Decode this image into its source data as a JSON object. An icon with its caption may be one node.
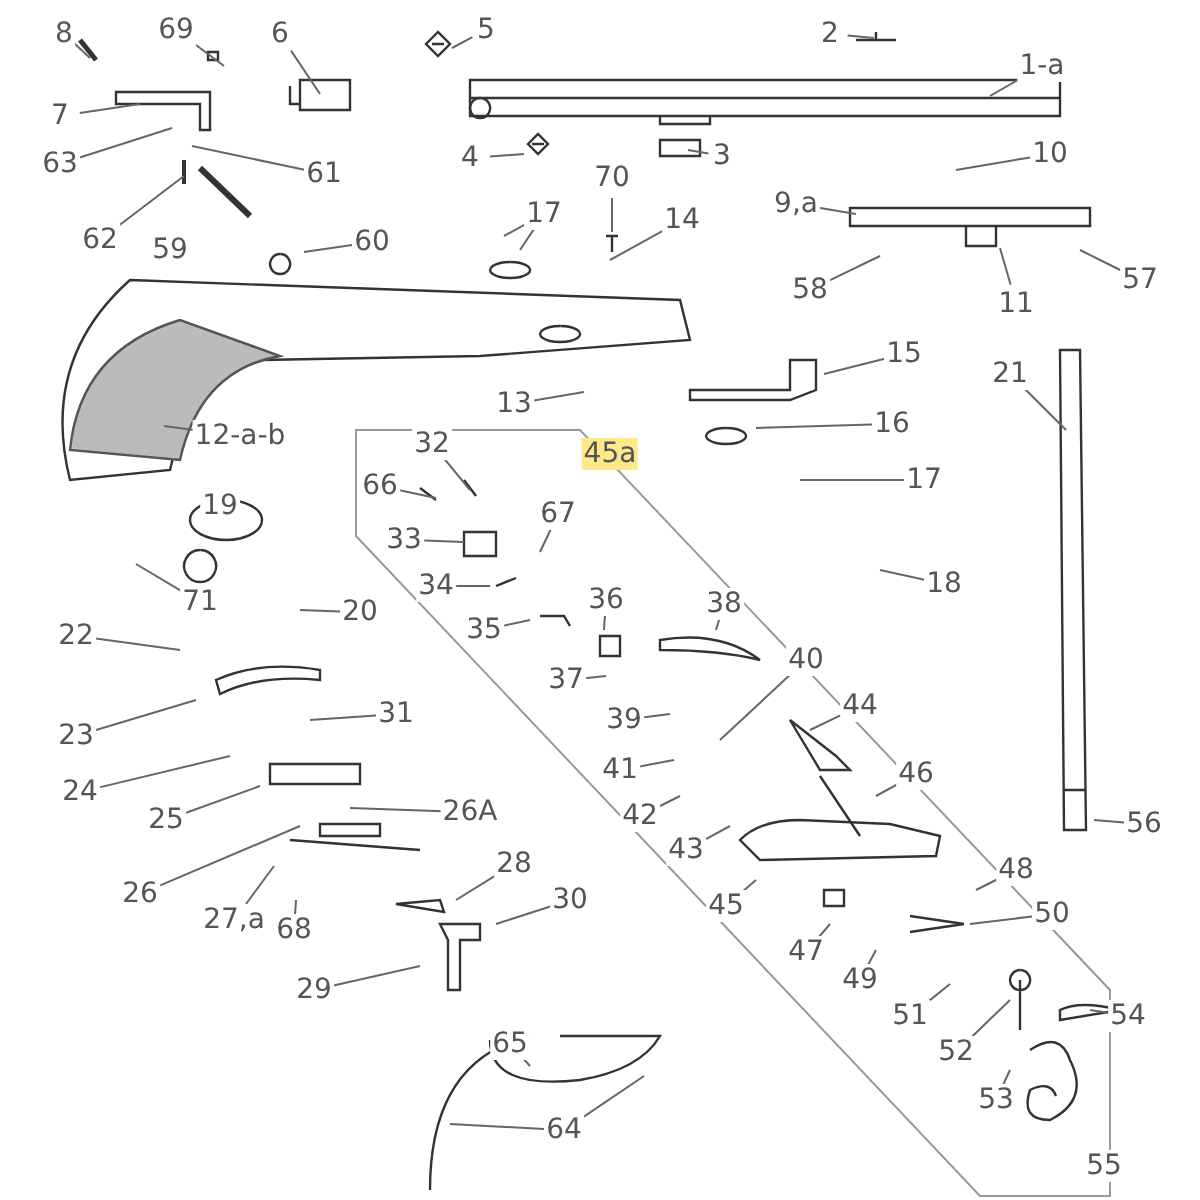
{
  "diagram": {
    "nodes": [
      {
        "text": [
          "8"
        ]
      },
      {
        "text": [
          "69"
        ]
      },
      {
        "text": [
          "6"
        ]
      },
      {
        "text": [
          "5"
        ]
      },
      {
        "text": [
          "2"
        ]
      },
      {
        "text": [
          "1-a"
        ]
      },
      {
        "text": [
          "7"
        ]
      },
      {
        "text": [
          "63"
        ]
      },
      {
        "text": [
          "61"
        ]
      },
      {
        "text": [
          "4"
        ]
      },
      {
        "text": [
          "3"
        ]
      },
      {
        "text": [
          "10"
        ]
      },
      {
        "text": [
          "9,a"
        ]
      },
      {
        "text": [
          "70"
        ]
      },
      {
        "text": [
          "17"
        ]
      },
      {
        "text": [
          "14"
        ]
      },
      {
        "text": [
          "62"
        ]
      },
      {
        "text": [
          "60"
        ]
      },
      {
        "text": [
          "58"
        ]
      },
      {
        "text": [
          "11"
        ]
      },
      {
        "text": [
          "57"
        ]
      },
      {
        "text": [
          "13"
        ]
      },
      {
        "text": [
          "15"
        ]
      },
      {
        "text": [
          "21"
        ]
      },
      {
        "text": [
          "12-a-b"
        ]
      },
      {
        "text": [
          "16"
        ]
      },
      {
        "text": [
          "17"
        ]
      },
      {
        "text": [
          "32"
        ]
      },
      {
        "text": [
          "66"
        ]
      },
      {
        "text": [
          "67"
        ]
      },
      {
        "text": [
          "33"
        ]
      },
      {
        "text": [
          "71"
        ]
      },
      {
        "text": [
          "20"
        ]
      },
      {
        "text": [
          "18"
        ]
      },
      {
        "text": [
          "34"
        ]
      },
      {
        "text": [
          "36"
        ]
      },
      {
        "text": [
          "38"
        ]
      },
      {
        "text": [
          "22"
        ]
      },
      {
        "text": [
          "35"
        ]
      },
      {
        "text": [
          "37"
        ]
      },
      {
        "text": [
          "40"
        ]
      },
      {
        "text": [
          "23"
        ]
      },
      {
        "text": [
          "31"
        ]
      },
      {
        "text": [
          "44"
        ]
      },
      {
        "text": [
          "39"
        ]
      },
      {
        "text": [
          "24"
        ]
      },
      {
        "text": [
          "41"
        ]
      },
      {
        "text": [
          "46"
        ]
      },
      {
        "text": [
          "56"
        ]
      },
      {
        "text": [
          "25"
        ]
      },
      {
        "text": [
          "26A"
        ]
      },
      {
        "text": [
          "42"
        ]
      },
      {
        "text": [
          "43"
        ]
      },
      {
        "text": [
          "26"
        ]
      },
      {
        "text": [
          "27,a"
        ]
      },
      {
        "text": [
          "68"
        ]
      },
      {
        "text": [
          "45"
        ]
      },
      {
        "text": [
          "48"
        ]
      },
      {
        "text": [
          "28"
        ]
      },
      {
        "text": [
          "50"
        ]
      },
      {
        "text": [
          "47"
        ]
      },
      {
        "text": [
          "30"
        ]
      },
      {
        "text": [
          "49"
        ]
      },
      {
        "text": [
          "29"
        ]
      },
      {
        "text": [
          "51"
        ]
      },
      {
        "text": [
          "54"
        ]
      },
      {
        "text": [
          "52"
        ]
      },
      {
        "text": [
          "65"
        ]
      },
      {
        "text": [
          "53"
        ]
      },
      {
        "text": [
          "64"
        ]
      },
      {
        "text": [
          "59"
        ]
      },
      {
        "text": [
          "19"
        ]
      },
      {
        "text": [
          "55"
        ]
      }
    ],
    "edges": [
      {
        "from": 0,
        "to": null,
        "arrow": "none"
      },
      {
        "from": 1,
        "to": null,
        "arrow": "none"
      },
      {
        "from": 2,
        "to": null,
        "arrow": "none"
      },
      {
        "from": 3,
        "to": null,
        "arrow": "none"
      },
      {
        "from": 4,
        "to": null,
        "arrow": "none"
      },
      {
        "from": 5,
        "to": null,
        "arrow": "none"
      },
      {
        "from": 6,
        "to": null,
        "arrow": "none"
      },
      {
        "from": 7,
        "to": null,
        "arrow": "none"
      },
      {
        "from": 8,
        "to": null,
        "arrow": "none"
      },
      {
        "from": 9,
        "to": null,
        "arrow": "none"
      },
      {
        "from": 10,
        "to": null,
        "arrow": "none"
      },
      {
        "from": 11,
        "to": null,
        "arrow": "none"
      },
      {
        "from": 12,
        "to": null,
        "arrow": "none"
      },
      {
        "from": 13,
        "to": null,
        "arrow": "none"
      },
      {
        "from": 14,
        "to": null,
        "arrow": "none"
      },
      {
        "from": 14,
        "to": null,
        "arrow": "none"
      },
      {
        "from": 15,
        "to": null,
        "arrow": "none"
      },
      {
        "from": 16,
        "to": null,
        "arrow": "none"
      },
      {
        "from": 17,
        "to": null,
        "arrow": "none"
      },
      {
        "from": 18,
        "to": null,
        "arrow": "none"
      },
      {
        "from": 19,
        "to": null,
        "arrow": "none"
      },
      {
        "from": 20,
        "to": null,
        "arrow": "none"
      },
      {
        "from": 21,
        "to": null,
        "arrow": "none"
      },
      {
        "from": 22,
        "to": null,
        "arrow": "none"
      },
      {
        "from": 23,
        "to": null,
        "arrow": "none"
      },
      {
        "from": 24,
        "to": null,
        "arrow": "none"
      },
      {
        "from": 25,
        "to": null,
        "arrow": "none"
      },
      {
        "from": 26,
        "to": null,
        "arrow": "none"
      },
      {
        "from": 27,
        "to": null,
        "arrow": "none"
      },
      {
        "from": 28,
        "to": null,
        "arrow": "none"
      },
      {
        "from": 29,
        "to": null,
        "arrow": "none"
      },
      {
        "from": 30,
        "to": null,
        "arrow": "none"
      },
      {
        "from": 31,
        "to": null,
        "arrow": "none"
      },
      {
        "from": 32,
        "to": null,
        "arrow": "none"
      },
      {
        "from": 33,
        "to": null,
        "arrow": "none"
      },
      {
        "from": 34,
        "to": null,
        "arrow": "none"
      },
      {
        "from": 35,
        "to": null,
        "arrow": "none"
      },
      {
        "from": 36,
        "to": null,
        "arrow": "none"
      },
      {
        "from": 37,
        "to": null,
        "arrow": "none"
      },
      {
        "from": 38,
        "to": null,
        "arrow": "none"
      },
      {
        "from": 39,
        "to": null,
        "arrow": "none"
      },
      {
        "from": 40,
        "to": null,
        "arrow": "none"
      },
      {
        "from": 41,
        "to": null,
        "arrow": "none"
      },
      {
        "from": 42,
        "to": null,
        "arrow": "none"
      },
      {
        "from": 43,
        "to": null,
        "arrow": "none"
      },
      {
        "from": 44,
        "to": null,
        "arrow": "none"
      },
      {
        "from": 45,
        "to": null,
        "arrow": "none"
      },
      {
        "from": 46,
        "to": null,
        "arrow": "none"
      },
      {
        "from": 47,
        "to": null,
        "arrow": "none"
      },
      {
        "from": 48,
        "to": null,
        "arrow": "none"
      },
      {
        "from": 49,
        "to": null,
        "arrow": "none"
      },
      {
        "from": 50,
        "to": null,
        "arrow": "none"
      },
      {
        "from": 51,
        "to": null,
        "arrow": "none"
      },
      {
        "from": 52,
        "to": null,
        "arrow": "none"
      },
      {
        "from": 53,
        "to": null,
        "arrow": "none"
      },
      {
        "from": 54,
        "to": null,
        "arrow": "none"
      },
      {
        "from": 55,
        "to": null,
        "arrow": "none"
      },
      {
        "from": 56,
        "to": null,
        "arrow": "none"
      },
      {
        "from": 57,
        "to": null,
        "arrow": "none"
      },
      {
        "from": 58,
        "to": null,
        "arrow": "none"
      },
      {
        "from": 59,
        "to": null,
        "arrow": "none"
      },
      {
        "from": 60,
        "to": null,
        "arrow": "none"
      },
      {
        "from": 61,
        "to": null,
        "arrow": "none"
      },
      {
        "from": 62,
        "to": null,
        "arrow": "none"
      },
      {
        "from": 63,
        "to": null,
        "arrow": "none"
      },
      {
        "from": 64,
        "to": null,
        "arrow": "none"
      },
      {
        "from": 65,
        "to": null,
        "arrow": "none"
      },
      {
        "from": 66,
        "to": null,
        "arrow": "none"
      },
      {
        "from": 67,
        "to": null,
        "arrow": "none"
      },
      {
        "from": 68,
        "to": null,
        "arrow": "none"
      },
      {
        "from": 69,
        "to": null,
        "arrow": "none"
      },
      {
        "from": 69,
        "to": null,
        "arrow": "none"
      }
    ],
    "labels": [
      "45a"
    ]
  }
}
